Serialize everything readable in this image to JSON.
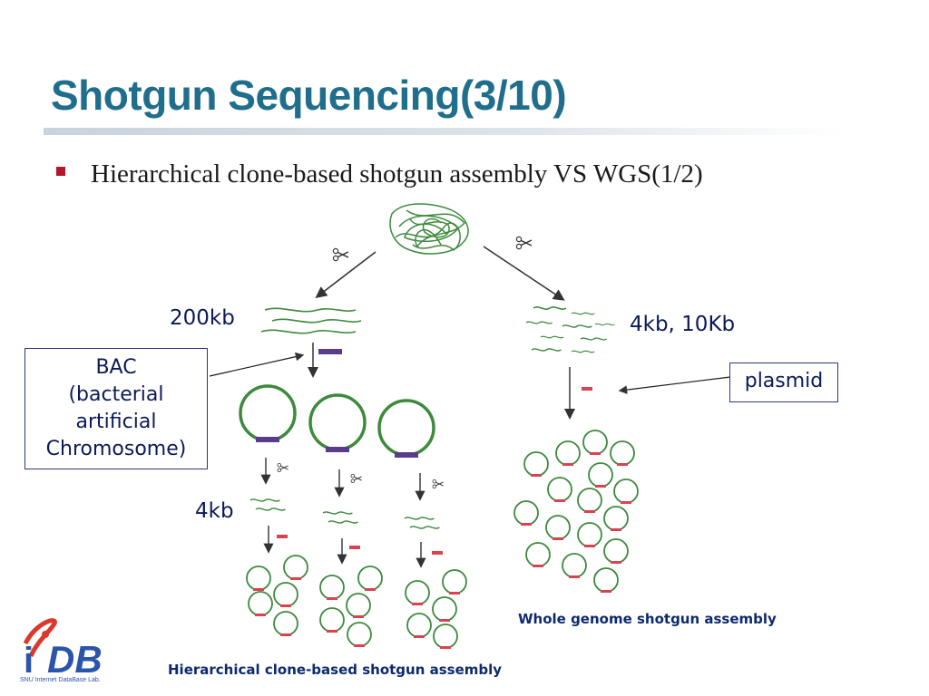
{
  "slide": {
    "title": "Shotgun Sequencing(3/10)",
    "bullet": "Hierarchical clone-based shotgun assembly VS WGS(1/2)"
  },
  "diagram": {
    "label_200kb": "200kb",
    "label_4kb_10kb": "4kb, 10Kb",
    "label_4kb": "4kb",
    "bac_box": {
      "line1": "BAC",
      "line2": "(bacterial",
      "line3": "artificial",
      "line4": "Chromosome)"
    },
    "plasmid_box": "plasmid",
    "caption_wgs": "Whole genome shotgun assembly",
    "caption_hier": "Hierarchical clone-based shotgun assembly",
    "icons": [
      "scissors-icon",
      "arrow-icon",
      "circle-plasmid-icon"
    ],
    "colors": {
      "title": "#1f6e8c",
      "dna_green": "#3d8a3d",
      "bac_insert": "#5a3d8a",
      "plasmid_insert": "#d9434f",
      "text_blue": "#0c1a5a",
      "bullet": "#b2162a"
    }
  },
  "logo": {
    "mark": "iDB",
    "sub": "SNU Internet DataBase Lab."
  }
}
